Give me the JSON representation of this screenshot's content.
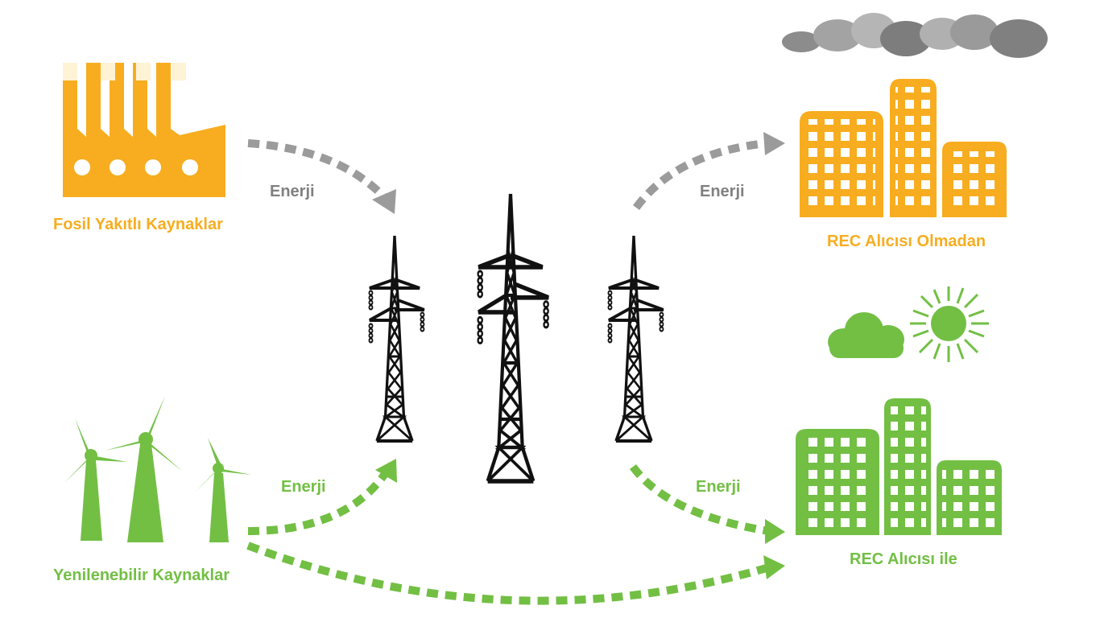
{
  "colors": {
    "fossil": "#f7ad1f",
    "renewable": "#72bf44",
    "arrow_grey": "#9b9b9b",
    "tower": "#111111",
    "smoke": "#8c8c8c"
  },
  "sources": {
    "fossil_label": "Fosil Yakıtlı Kaynaklar",
    "renewable_label": "Yenilenebilir Kaynaklar"
  },
  "consumers": {
    "without_rec_label": "REC Alıcısı Olmadan",
    "with_rec_label": "REC Alıcısı ile"
  },
  "flows": {
    "fossil_to_grid": "Enerji",
    "grid_to_without_rec": "Enerji",
    "renewable_to_grid": "Enerji",
    "grid_to_with_rec": "Enerji"
  },
  "icons": [
    "factory-icon",
    "wind-turbines-icon",
    "transmission-tower-icon",
    "orange-buildings-icon",
    "green-buildings-icon",
    "smoke-cloud-icon",
    "cloud-icon",
    "sun-icon"
  ]
}
